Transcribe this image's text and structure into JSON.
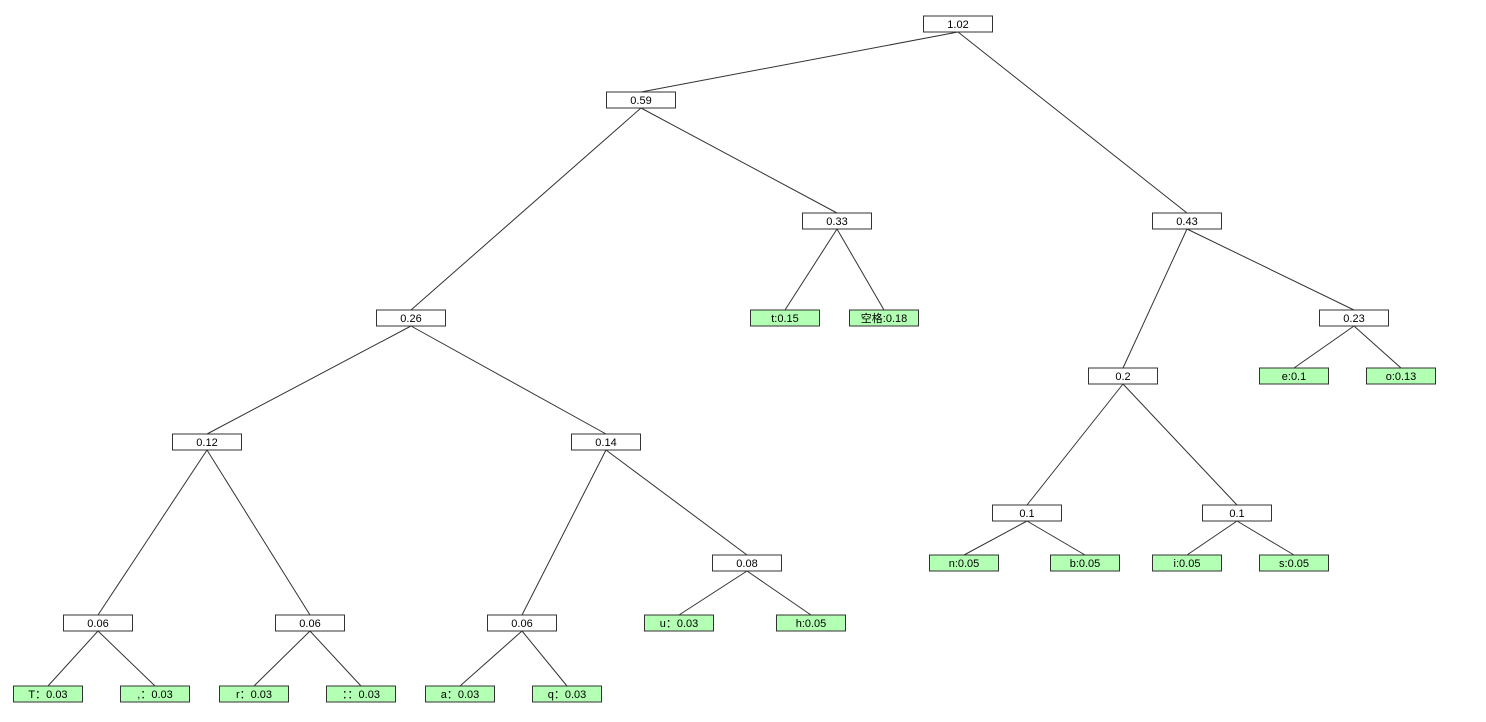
{
  "colors": {
    "internal_fill": "#ffffff",
    "leaf_fill": "#b3ffb3",
    "border": "#333333",
    "edge": "#333333"
  },
  "nodes": [
    {
      "id": "n_root",
      "label": "1.02",
      "type": "internal"
    },
    {
      "id": "n_059",
      "label": "0.59",
      "type": "internal"
    },
    {
      "id": "n_043",
      "label": "0.43",
      "type": "internal"
    },
    {
      "id": "n_026",
      "label": "0.26",
      "type": "internal"
    },
    {
      "id": "n_033",
      "label": "0.33",
      "type": "internal"
    },
    {
      "id": "n_t",
      "label": "t:0.15",
      "type": "leaf"
    },
    {
      "id": "n_space",
      "label": "空格:0.18",
      "type": "leaf"
    },
    {
      "id": "n_012",
      "label": "0.12",
      "type": "internal"
    },
    {
      "id": "n_014",
      "label": "0.14",
      "type": "internal"
    },
    {
      "id": "n_006a",
      "label": "0.06",
      "type": "internal"
    },
    {
      "id": "n_006b",
      "label": "0.06",
      "type": "internal"
    },
    {
      "id": "n_006c",
      "label": "0.06",
      "type": "internal"
    },
    {
      "id": "n_008",
      "label": "0.08",
      "type": "internal"
    },
    {
      "id": "n_T",
      "label": "T：0.03",
      "type": "leaf"
    },
    {
      "id": "n_comma",
      "label": ",：0.03",
      "type": "leaf"
    },
    {
      "id": "n_r",
      "label": "r：0.03",
      "type": "leaf"
    },
    {
      "id": "n_colon",
      "label": "：：0.03",
      "type": "leaf"
    },
    {
      "id": "n_a",
      "label": "a：0.03",
      "type": "leaf"
    },
    {
      "id": "n_q",
      "label": "q：0.03",
      "type": "leaf"
    },
    {
      "id": "n_u",
      "label": "u：0.03",
      "type": "leaf"
    },
    {
      "id": "n_h",
      "label": "h:0.05",
      "type": "leaf"
    },
    {
      "id": "n_02",
      "label": "0.2",
      "type": "internal"
    },
    {
      "id": "n_023",
      "label": "0.23",
      "type": "internal"
    },
    {
      "id": "n_e",
      "label": "e:0.1",
      "type": "leaf"
    },
    {
      "id": "n_o",
      "label": "o:0.13",
      "type": "leaf"
    },
    {
      "id": "n_01a",
      "label": "0.1",
      "type": "internal"
    },
    {
      "id": "n_01b",
      "label": "0.1",
      "type": "internal"
    },
    {
      "id": "n_n",
      "label": "n:0.05",
      "type": "leaf"
    },
    {
      "id": "n_b",
      "label": "b:0.05",
      "type": "leaf"
    },
    {
      "id": "n_i",
      "label": "i:0.05",
      "type": "leaf"
    },
    {
      "id": "n_s",
      "label": "s:0.05",
      "type": "leaf"
    }
  ],
  "edges": [
    [
      "n_root",
      "n_059"
    ],
    [
      "n_root",
      "n_043"
    ],
    [
      "n_059",
      "n_026"
    ],
    [
      "n_059",
      "n_033"
    ],
    [
      "n_033",
      "n_t"
    ],
    [
      "n_033",
      "n_space"
    ],
    [
      "n_026",
      "n_012"
    ],
    [
      "n_026",
      "n_014"
    ],
    [
      "n_012",
      "n_006a"
    ],
    [
      "n_012",
      "n_006b"
    ],
    [
      "n_014",
      "n_006c"
    ],
    [
      "n_014",
      "n_008"
    ],
    [
      "n_006a",
      "n_T"
    ],
    [
      "n_006a",
      "n_comma"
    ],
    [
      "n_006b",
      "n_r"
    ],
    [
      "n_006b",
      "n_colon"
    ],
    [
      "n_006c",
      "n_a"
    ],
    [
      "n_006c",
      "n_q"
    ],
    [
      "n_008",
      "n_u"
    ],
    [
      "n_008",
      "n_h"
    ],
    [
      "n_043",
      "n_02"
    ],
    [
      "n_043",
      "n_023"
    ],
    [
      "n_023",
      "n_e"
    ],
    [
      "n_023",
      "n_o"
    ],
    [
      "n_02",
      "n_01a"
    ],
    [
      "n_02",
      "n_01b"
    ],
    [
      "n_01a",
      "n_n"
    ],
    [
      "n_01a",
      "n_b"
    ],
    [
      "n_01b",
      "n_i"
    ],
    [
      "n_01b",
      "n_s"
    ]
  ]
}
